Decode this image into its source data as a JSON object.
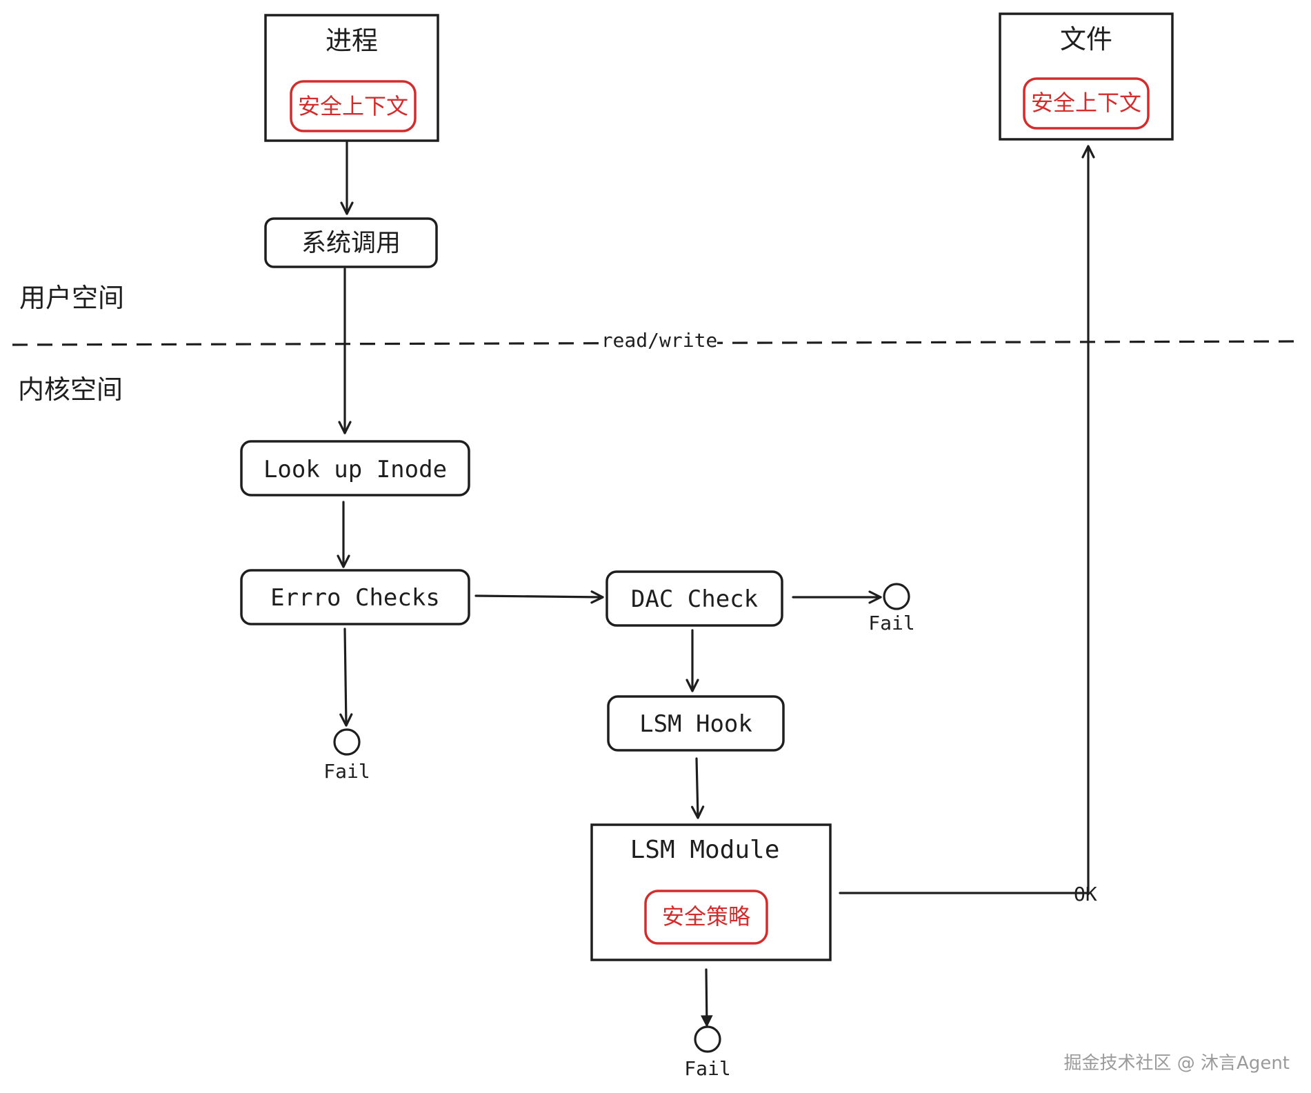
{
  "nodes": {
    "process": {
      "title": "进程",
      "inner": "安全上下文"
    },
    "file": {
      "title": "文件",
      "inner": "安全上下文"
    },
    "syscall": {
      "label": "系统调用"
    },
    "lookup": {
      "label": "Look up Inode"
    },
    "errro": {
      "label": "Errro Checks"
    },
    "dac": {
      "label": "DAC Check"
    },
    "lsm_hook": {
      "label": "LSM Hook"
    },
    "lsm_module": {
      "title": "LSM Module",
      "inner": "安全策略"
    }
  },
  "regions": {
    "user_space": "用户空间",
    "kernel_space": "内核空间"
  },
  "edge_labels": {
    "read_write": "read/write",
    "ok": "OK"
  },
  "fail_labels": {
    "errro": "Fail",
    "dac": "Fail",
    "lsm": "Fail"
  },
  "watermark": "掘金技术社区 @ 沐言Agent",
  "colors": {
    "stroke": "#1e1e1e",
    "accent_red": "#d42b2b",
    "watermark": "#9a9a9a"
  }
}
